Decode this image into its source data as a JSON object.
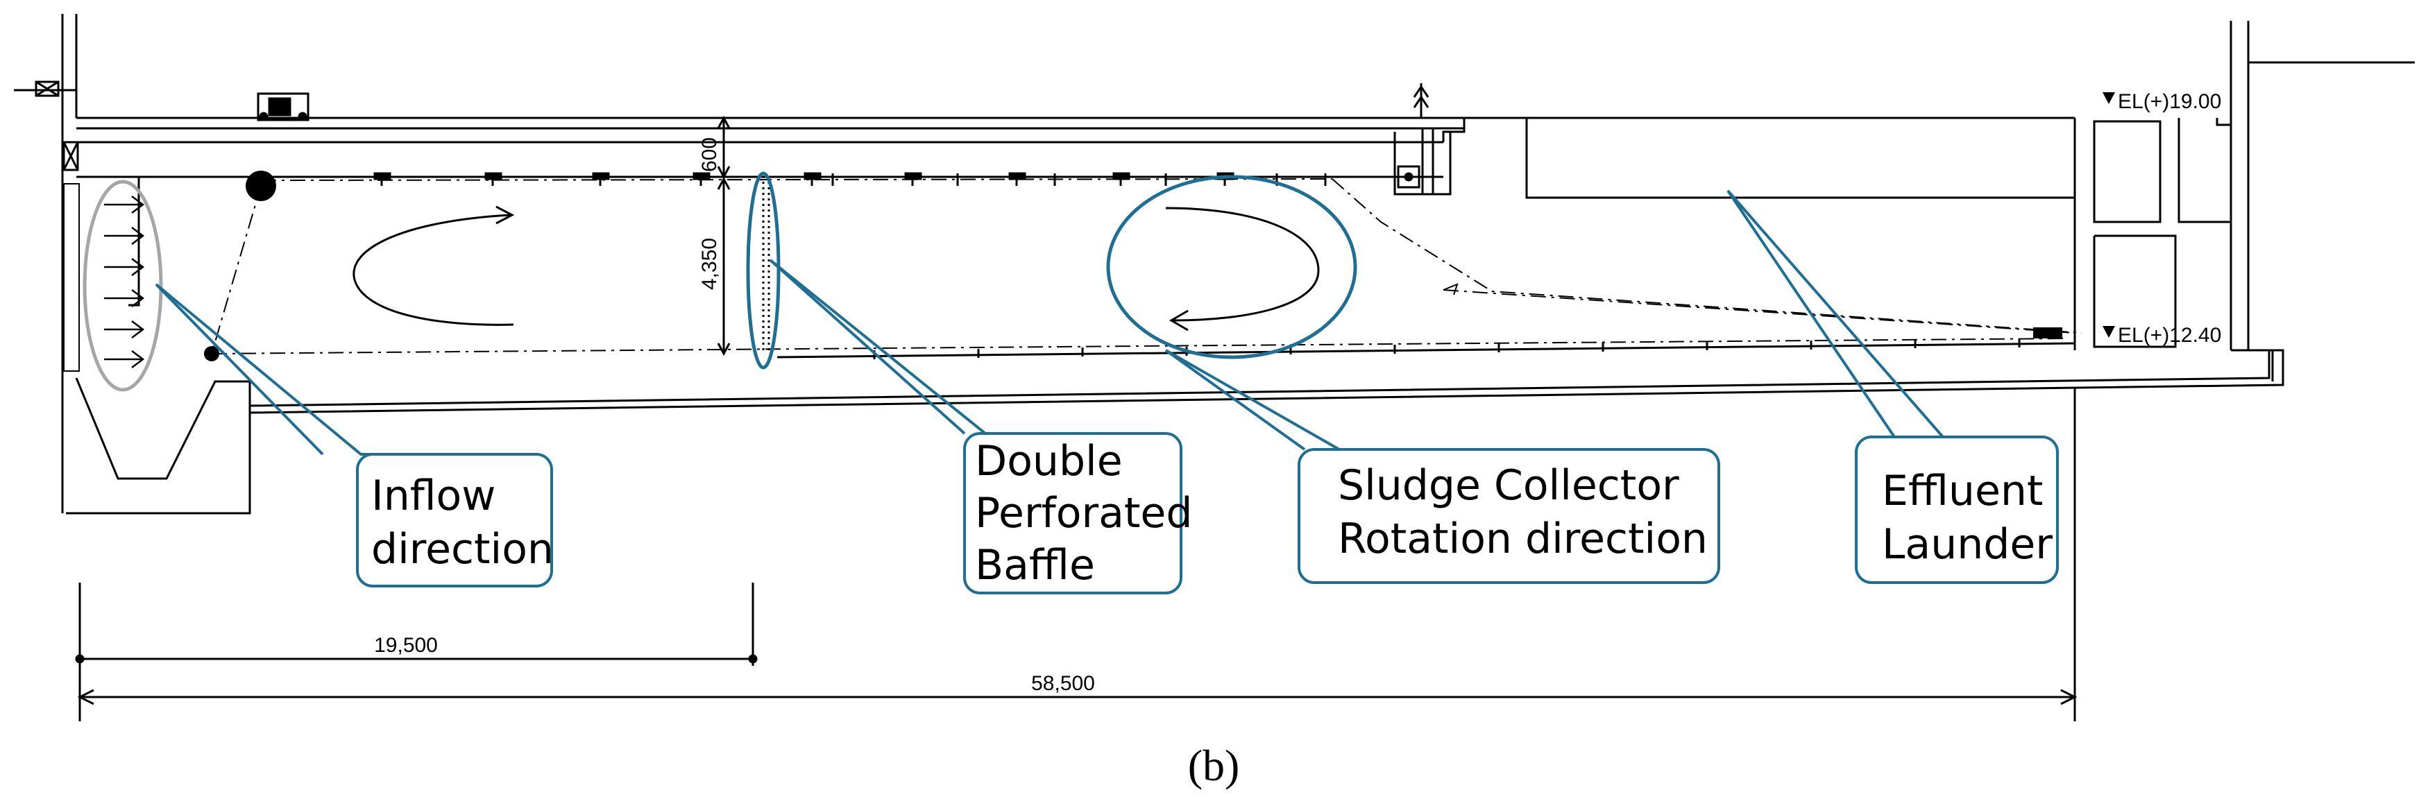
{
  "diagram": {
    "caption": "(b)",
    "elevations": {
      "top": "EL(+)19.00",
      "bottom": "EL(+)12.40"
    },
    "dimensions": {
      "freeboard": "600",
      "depth": "4,350",
      "partial_length": "19,500",
      "total_length": "58,500"
    },
    "callouts": {
      "inflow": [
        "Inflow",
        "direction"
      ],
      "baffle": [
        "Double",
        "Perforated",
        "Baffle"
      ],
      "sludge": [
        "Sludge Collector",
        "Rotation direction"
      ],
      "launder": [
        "Effluent",
        "Launder"
      ]
    },
    "colors": {
      "callout_stroke": "#1f6f94",
      "drawing_line": "#000000",
      "inflow_ellipse": "#a6a6a6"
    }
  }
}
